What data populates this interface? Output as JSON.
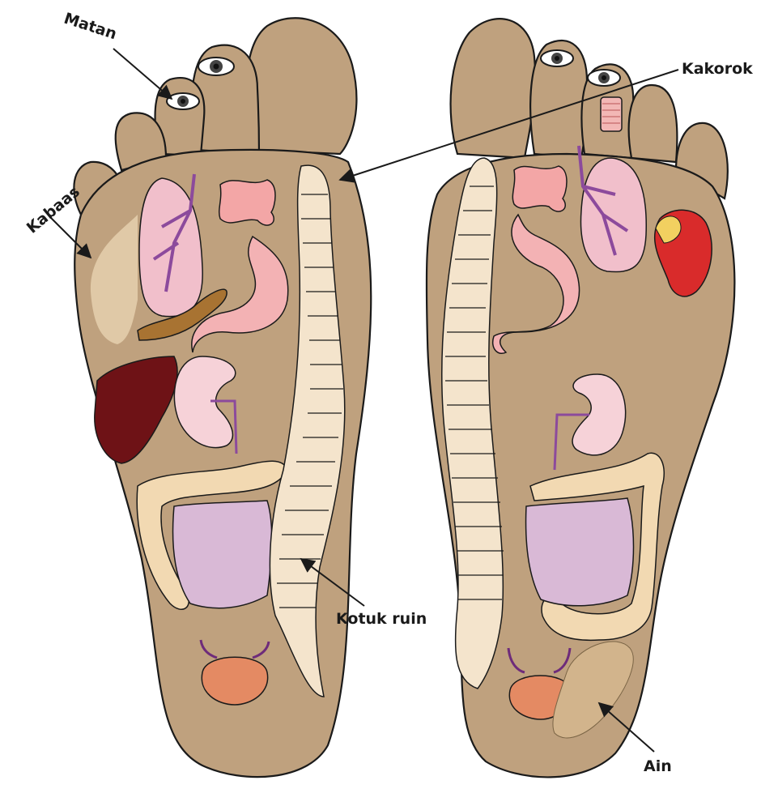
{
  "labels": {
    "eye": "Matan",
    "throat": "Kakorok",
    "shoulder": "Kabaas",
    "spine": "Kotuk ruin",
    "hip": "Ain"
  },
  "colors": {
    "skin": "#bfa17e",
    "lung": "#f1bfcb",
    "stomach": "#f3b2b4",
    "liver": "#6e1216",
    "pancreas": "#a87332",
    "heart": "#d92b2b",
    "spine": "#f4e4cc",
    "intestine": "#d9b9d6",
    "colon": "#f2d9b2",
    "bladder": "#e48a63",
    "vessel": "#8c4a9c"
  }
}
